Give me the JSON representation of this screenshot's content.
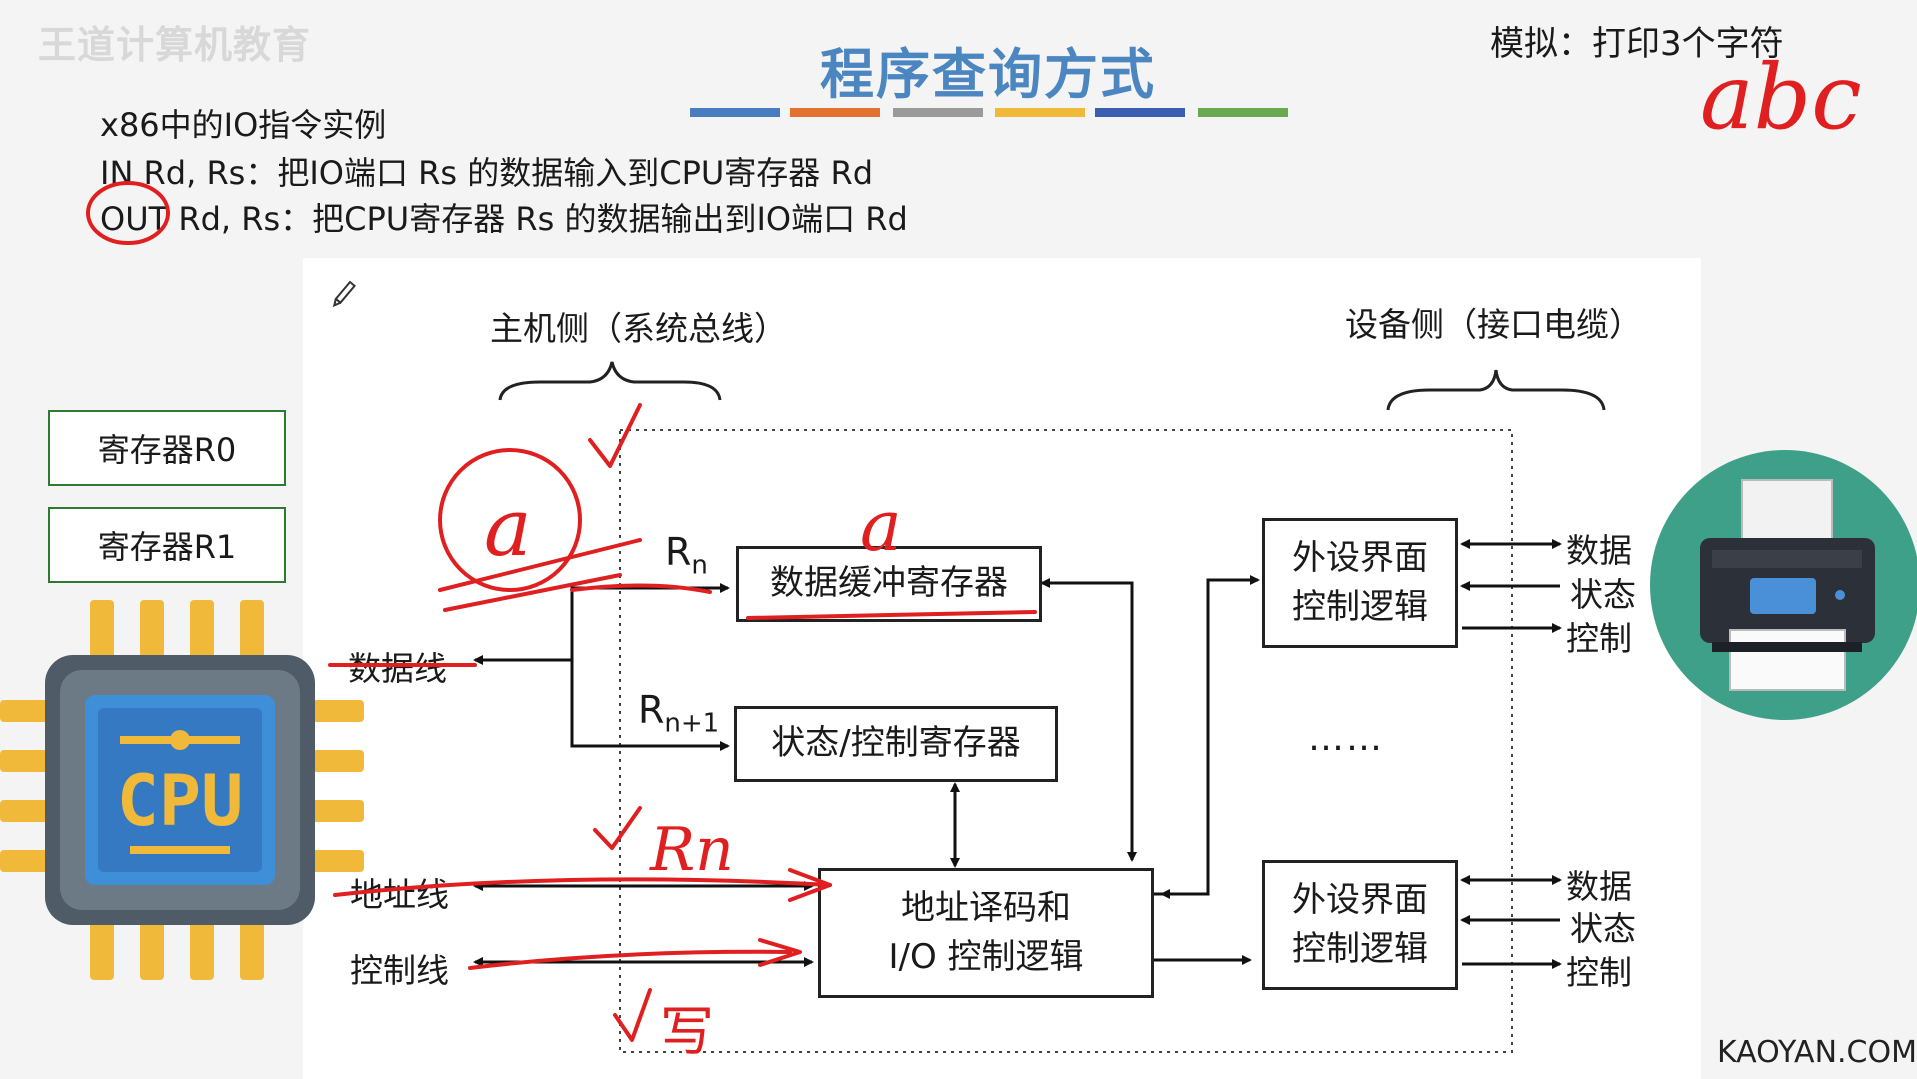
{
  "header": {
    "watermark": "王道计算机教育",
    "title": "程序查询方式",
    "top_right": "模拟：打印3个字符",
    "title_bar_colors": [
      "#4a7cc0",
      "#e0712f",
      "#9a9a9a",
      "#f0b93a",
      "#3a5fb0",
      "#6aa84f"
    ]
  },
  "code": {
    "line1": "x86中的IO指令实例",
    "line2": "IN Rd, Rs：把IO端口 Rs 的数据输入到CPU寄存器 Rd",
    "line3": "OUT Rd, Rs：把CPU寄存器 Rs 的数据输出到IO端口 Rd"
  },
  "registers": {
    "r0": "寄存器R0",
    "r1": "寄存器R1"
  },
  "cpu": {
    "label": "CPU",
    "icon": "cpu-chip-icon"
  },
  "printer": {
    "icon": "printer-icon"
  },
  "diagram": {
    "host_side": "主机侧（系统总线）",
    "device_side": "设备侧（接口电缆）",
    "rn": "R",
    "rn_sub": "n",
    "rn1": "R",
    "rn1_sub": "n+1",
    "data_buffer": "数据缓冲寄存器",
    "status_control": "状态/控制寄存器",
    "addr_decode_l1": "地址译码和",
    "addr_decode_l2": "I/O 控制逻辑",
    "ext_logic_l1": "外设界面",
    "ext_logic_l2": "控制逻辑",
    "ellipsis": "……",
    "data_line": "数据线",
    "address_line": "地址线",
    "control_line": "控制线",
    "sig_data": "数据",
    "sig_status": "状态",
    "sig_control": "控制"
  },
  "handwriting": {
    "abc": "abc",
    "a_circle": "a",
    "a_buffer": "a",
    "rn_note": "Rn",
    "write_note": "写"
  },
  "footer": {
    "brand": "KAOYAN.COM"
  }
}
